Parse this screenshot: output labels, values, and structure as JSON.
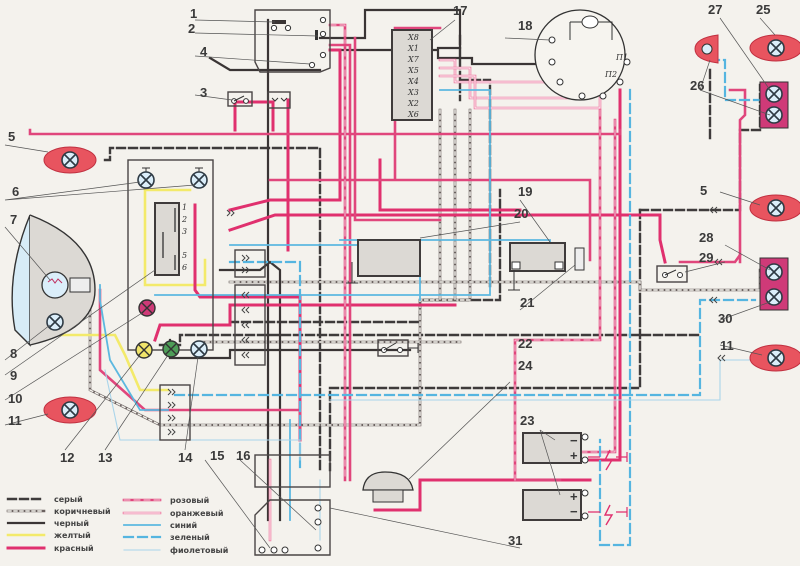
{
  "diagram": {
    "title": "Electrical wiring schematic",
    "callouts": [
      "1",
      "2",
      "3",
      "4",
      "5",
      "6",
      "7",
      "8",
      "9",
      "10",
      "11",
      "12",
      "13",
      "14",
      "15",
      "16",
      "17",
      "18",
      "19",
      "20",
      "21",
      "22",
      "23",
      "24",
      "25",
      "26",
      "27",
      "28",
      "29",
      "30",
      "31"
    ],
    "repeated_callouts": {
      "5b": "5",
      "11b": "11"
    },
    "regulator_terminals": [
      "X8",
      "X1",
      "X7",
      "X5",
      "X4",
      "X3",
      "X2",
      "X6"
    ],
    "switch_terminals": [
      "1",
      "2",
      "3",
      "5",
      "6"
    ],
    "generator_terminals": [
      "П1",
      "П2"
    ],
    "battery_signs": {
      "plus": "+",
      "minus": "−"
    }
  },
  "legend": {
    "items": [
      {
        "key": "gray",
        "label": "серый"
      },
      {
        "key": "brown",
        "label": "коричневый"
      },
      {
        "key": "black",
        "label": "черный"
      },
      {
        "key": "yellow",
        "label": "желтый"
      },
      {
        "key": "red",
        "label": "красный"
      },
      {
        "key": "pink",
        "label": "розовый"
      },
      {
        "key": "orange",
        "label": "оранжевый"
      },
      {
        "key": "blue",
        "label": "синий"
      },
      {
        "key": "green",
        "label": "зеленый"
      },
      {
        "key": "violet",
        "label": "фиолетовый"
      }
    ]
  },
  "colors": {
    "lamp_red": "#e8545f",
    "lamp_magenta": "#cf3a78",
    "lamp_yellow": "#f1e56a",
    "lamp_green": "#4e9d58",
    "lamp_blue": "#d9ecf6",
    "background": "#f4f2ed"
  }
}
